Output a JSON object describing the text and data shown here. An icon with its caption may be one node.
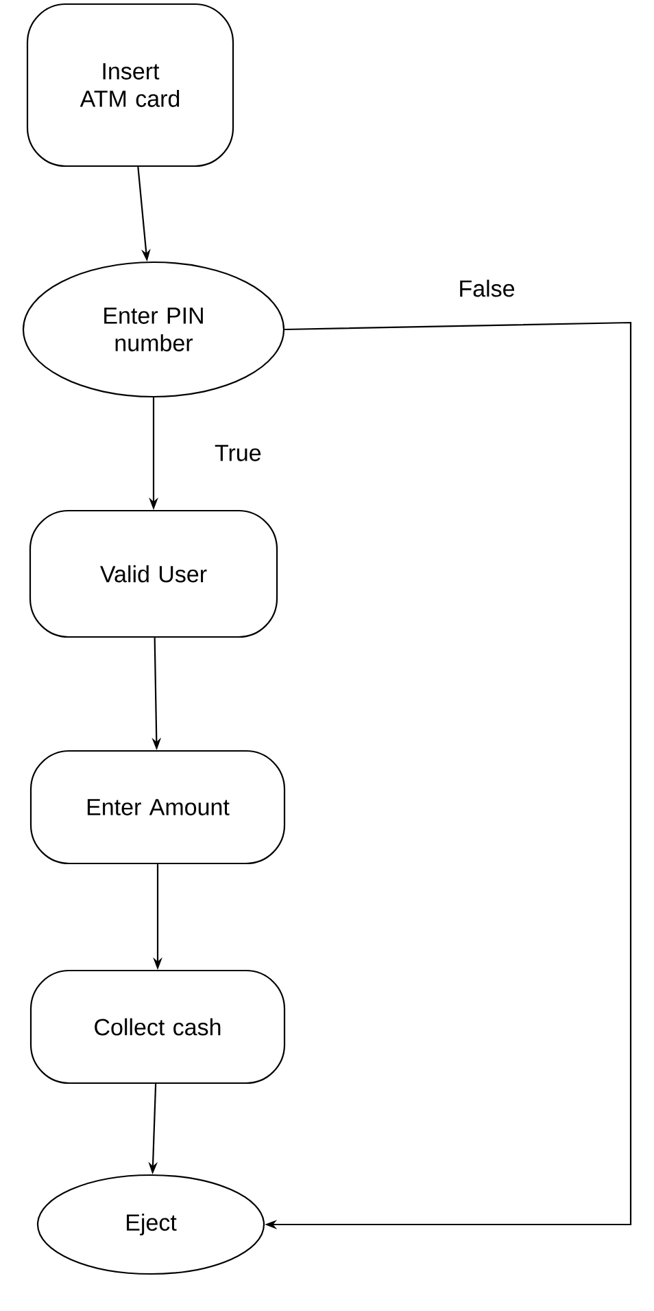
{
  "diagram": {
    "nodes": [
      {
        "text": [
          "Insert ATM card"
        ]
      },
      {
        "text": [
          "Enter PIN number"
        ]
      },
      {
        "text": [
          "Valid User"
        ]
      },
      {
        "text": [
          "Enter Amount"
        ]
      },
      {
        "text": [
          "Collect cash"
        ]
      },
      {
        "text": [
          "Eject"
        ]
      }
    ],
    "edges": [
      {
        "from": 0,
        "to": 1,
        "arrow": "to"
      },
      {
        "from": 1,
        "to": 2,
        "arrow": "to",
        "label": "True"
      },
      {
        "from": 2,
        "to": 3,
        "arrow": "to"
      },
      {
        "from": 3,
        "to": 4,
        "arrow": "to"
      },
      {
        "from": 4,
        "to": 5,
        "arrow": "to"
      },
      {
        "from": 1,
        "to": 5,
        "arrow": "to",
        "label": "False"
      }
    ]
  }
}
